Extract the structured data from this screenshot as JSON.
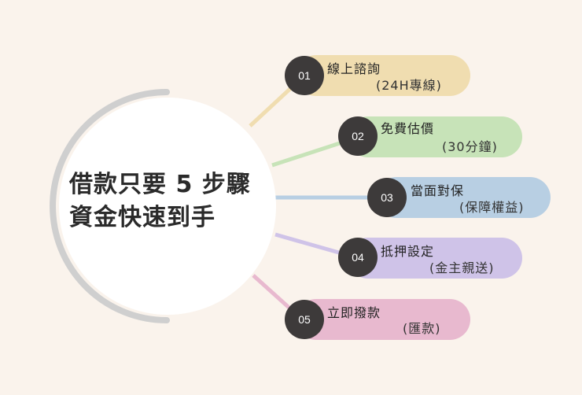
{
  "center": {
    "line1": "借款只要 5 步驟",
    "line2": "資金快速到手"
  },
  "steps": [
    {
      "number": "01",
      "title": "線上諮詢",
      "subtitle": "(24H專線)",
      "color": "#f0ddb0",
      "connector_color": "#f0ddb0"
    },
    {
      "number": "02",
      "title": "免費估價",
      "subtitle": "(30分鐘)",
      "color": "#c7e3b8",
      "connector_color": "#c7e3b8"
    },
    {
      "number": "03",
      "title": "當面對保",
      "subtitle": "(保障權益)",
      "color": "#b8cfe3",
      "connector_color": "#b8cfe3"
    },
    {
      "number": "04",
      "title": "抵押設定",
      "subtitle": "(金主親送)",
      "color": "#cfc3e8",
      "connector_color": "#cfc3e8"
    },
    {
      "number": "05",
      "title": "立即撥款",
      "subtitle": "(匯款)",
      "color": "#e8b9cf",
      "connector_color": "#e8b9cf"
    }
  ],
  "colors": {
    "background": "#faf3ec",
    "circle_fill": "#ffffff",
    "circle_ring": "#cfcfcf",
    "number_badge": "#3d3a3a"
  }
}
